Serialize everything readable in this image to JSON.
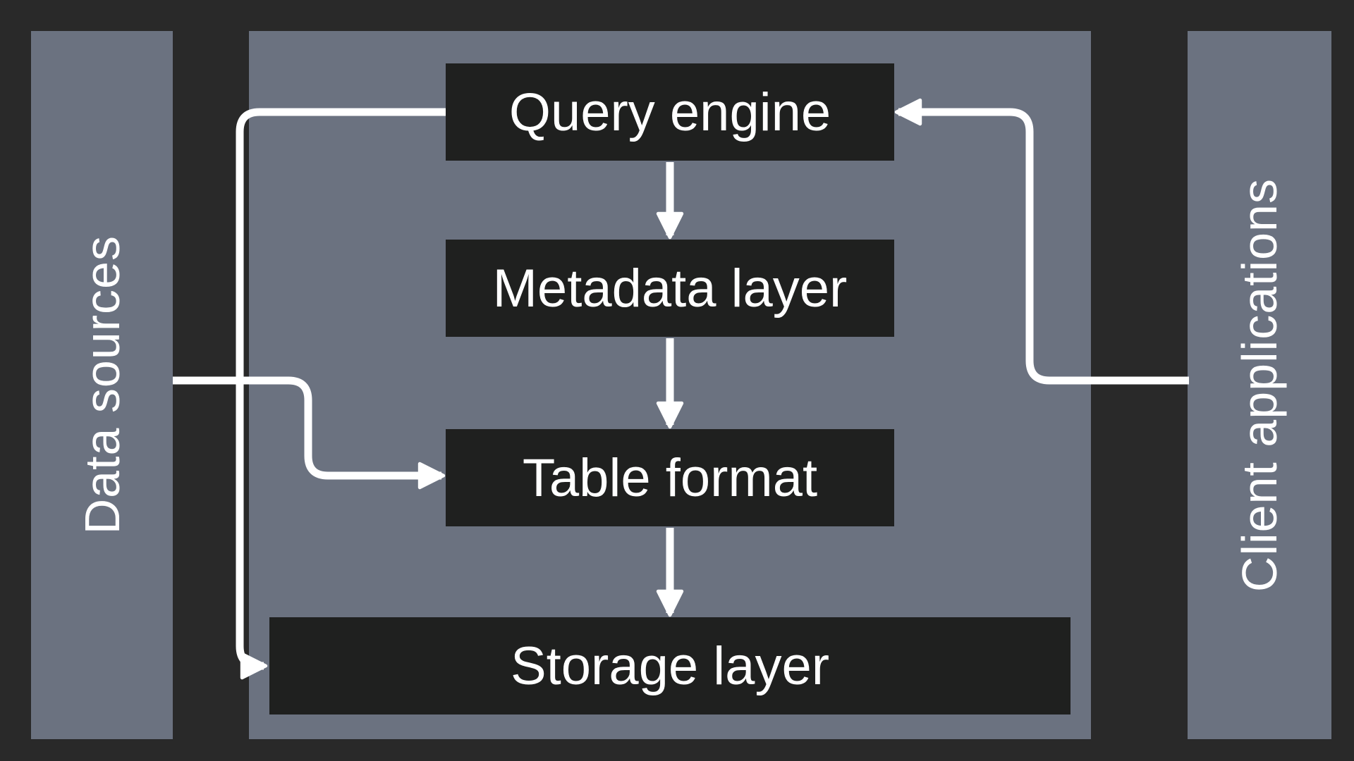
{
  "diagram": {
    "side_panels": {
      "left": {
        "label": "Data sources"
      },
      "right": {
        "label": "Client applications"
      }
    },
    "stack_boxes": [
      {
        "id": "query-engine",
        "label": "Query engine"
      },
      {
        "id": "metadata-layer",
        "label": "Metadata layer"
      },
      {
        "id": "table-format",
        "label": "Table format"
      },
      {
        "id": "storage-layer",
        "label": "Storage layer"
      }
    ],
    "edges": [
      {
        "from": "query-engine",
        "to": "metadata-layer"
      },
      {
        "from": "metadata-layer",
        "to": "table-format"
      },
      {
        "from": "table-format",
        "to": "storage-layer"
      },
      {
        "from": "query-engine",
        "to": "storage-layer"
      },
      {
        "from": "data-sources",
        "to": "table-format"
      },
      {
        "from": "client-applications",
        "to": "query-engine"
      }
    ]
  },
  "theme": {
    "background": "#292929",
    "panel-gray": "#6b7280",
    "box-dark": "#1f201f",
    "text-white": "#ffffff",
    "arrow": "#ffffff"
  }
}
